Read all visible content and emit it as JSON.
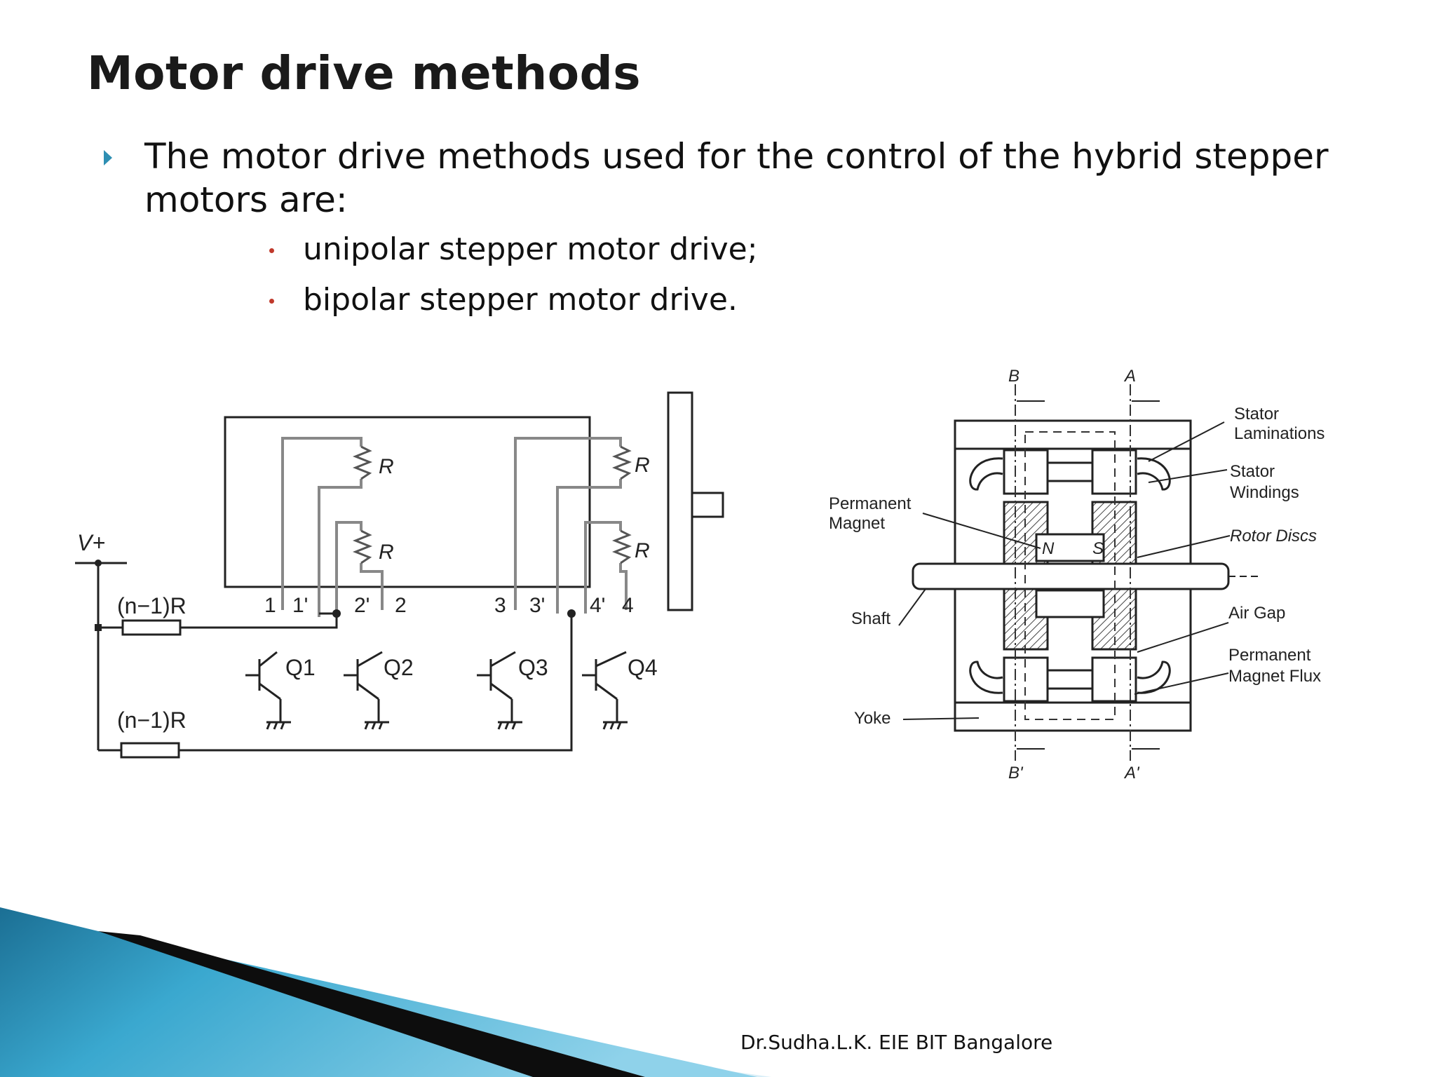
{
  "slide": {
    "title": "Motor drive methods",
    "intro": "The motor drive methods used for the control of the hybrid stepper motors are:",
    "methods": [
      "unipolar stepper motor drive;",
      "bipolar stepper motor drive."
    ],
    "footer": "Dr.Sudha.L.K. EIE BIT Bangalore"
  },
  "circuit": {
    "supply": "V+",
    "series_resistor": "(n−1)R",
    "winding_resistor": "R",
    "terminals": [
      "1",
      "1'",
      "2'",
      "2",
      "3",
      "3'",
      "4'",
      "4"
    ],
    "transistors": [
      "Q1",
      "Q2",
      "Q3",
      "Q4"
    ]
  },
  "motor_section": {
    "labels": {
      "stator_laminations": [
        "Stator",
        "Laminations"
      ],
      "stator_windings": [
        "Stator",
        "Windings"
      ],
      "permanent_magnet": [
        "Permanent",
        "Magnet"
      ],
      "rotor_discs": "Rotor Discs",
      "shaft": "Shaft",
      "air_gap": "Air Gap",
      "pm_flux": [
        "Permanent",
        "Magnet Flux"
      ],
      "yoke": "Yoke",
      "poles": [
        "N",
        "S"
      ],
      "sections": [
        "B",
        "A",
        "B'",
        "A'"
      ]
    }
  },
  "colors": {
    "accent_blue": "#2e8fb3",
    "sub_bullet": "#c0392b"
  }
}
